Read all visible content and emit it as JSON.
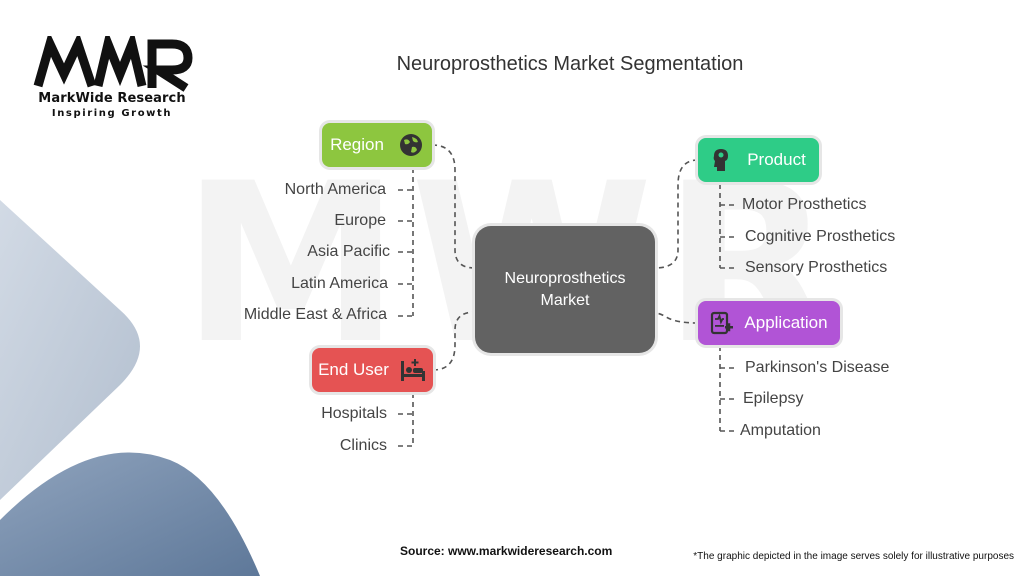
{
  "brand": {
    "name": "MarkWide Research",
    "tagline": "Inspiring Growth",
    "logo_letters": "MWR"
  },
  "title": "Neuroprosthetics Market Segmentation",
  "center": {
    "line1": "Neuroprosthetics",
    "line2": "Market"
  },
  "segments": {
    "region": {
      "label": "Region",
      "icon": "globe-icon",
      "color": "#8dc63f",
      "items": [
        "North America",
        "Europe",
        "Asia Pacific",
        "Latin America",
        "Middle East & Africa"
      ]
    },
    "end_user": {
      "label": "End User",
      "icon": "hospital-bed-icon",
      "color": "#e55353",
      "items": [
        "Hospitals",
        "Clinics"
      ]
    },
    "product": {
      "label": "Product",
      "icon": "head-implant-icon",
      "color": "#2ecc87",
      "items": [
        "Motor Prosthetics",
        "Cognitive Prosthetics",
        "Sensory Prosthetics"
      ]
    },
    "application": {
      "label": "Application",
      "icon": "medical-report-icon",
      "color": "#b154d6",
      "items": [
        "Parkinson's Disease",
        "Epilepsy",
        "Amputation"
      ]
    }
  },
  "footer": {
    "source": "Source: www.markwideresearch.com",
    "disclaimer": "*The graphic depicted in the image serves solely for illustrative purposes"
  }
}
